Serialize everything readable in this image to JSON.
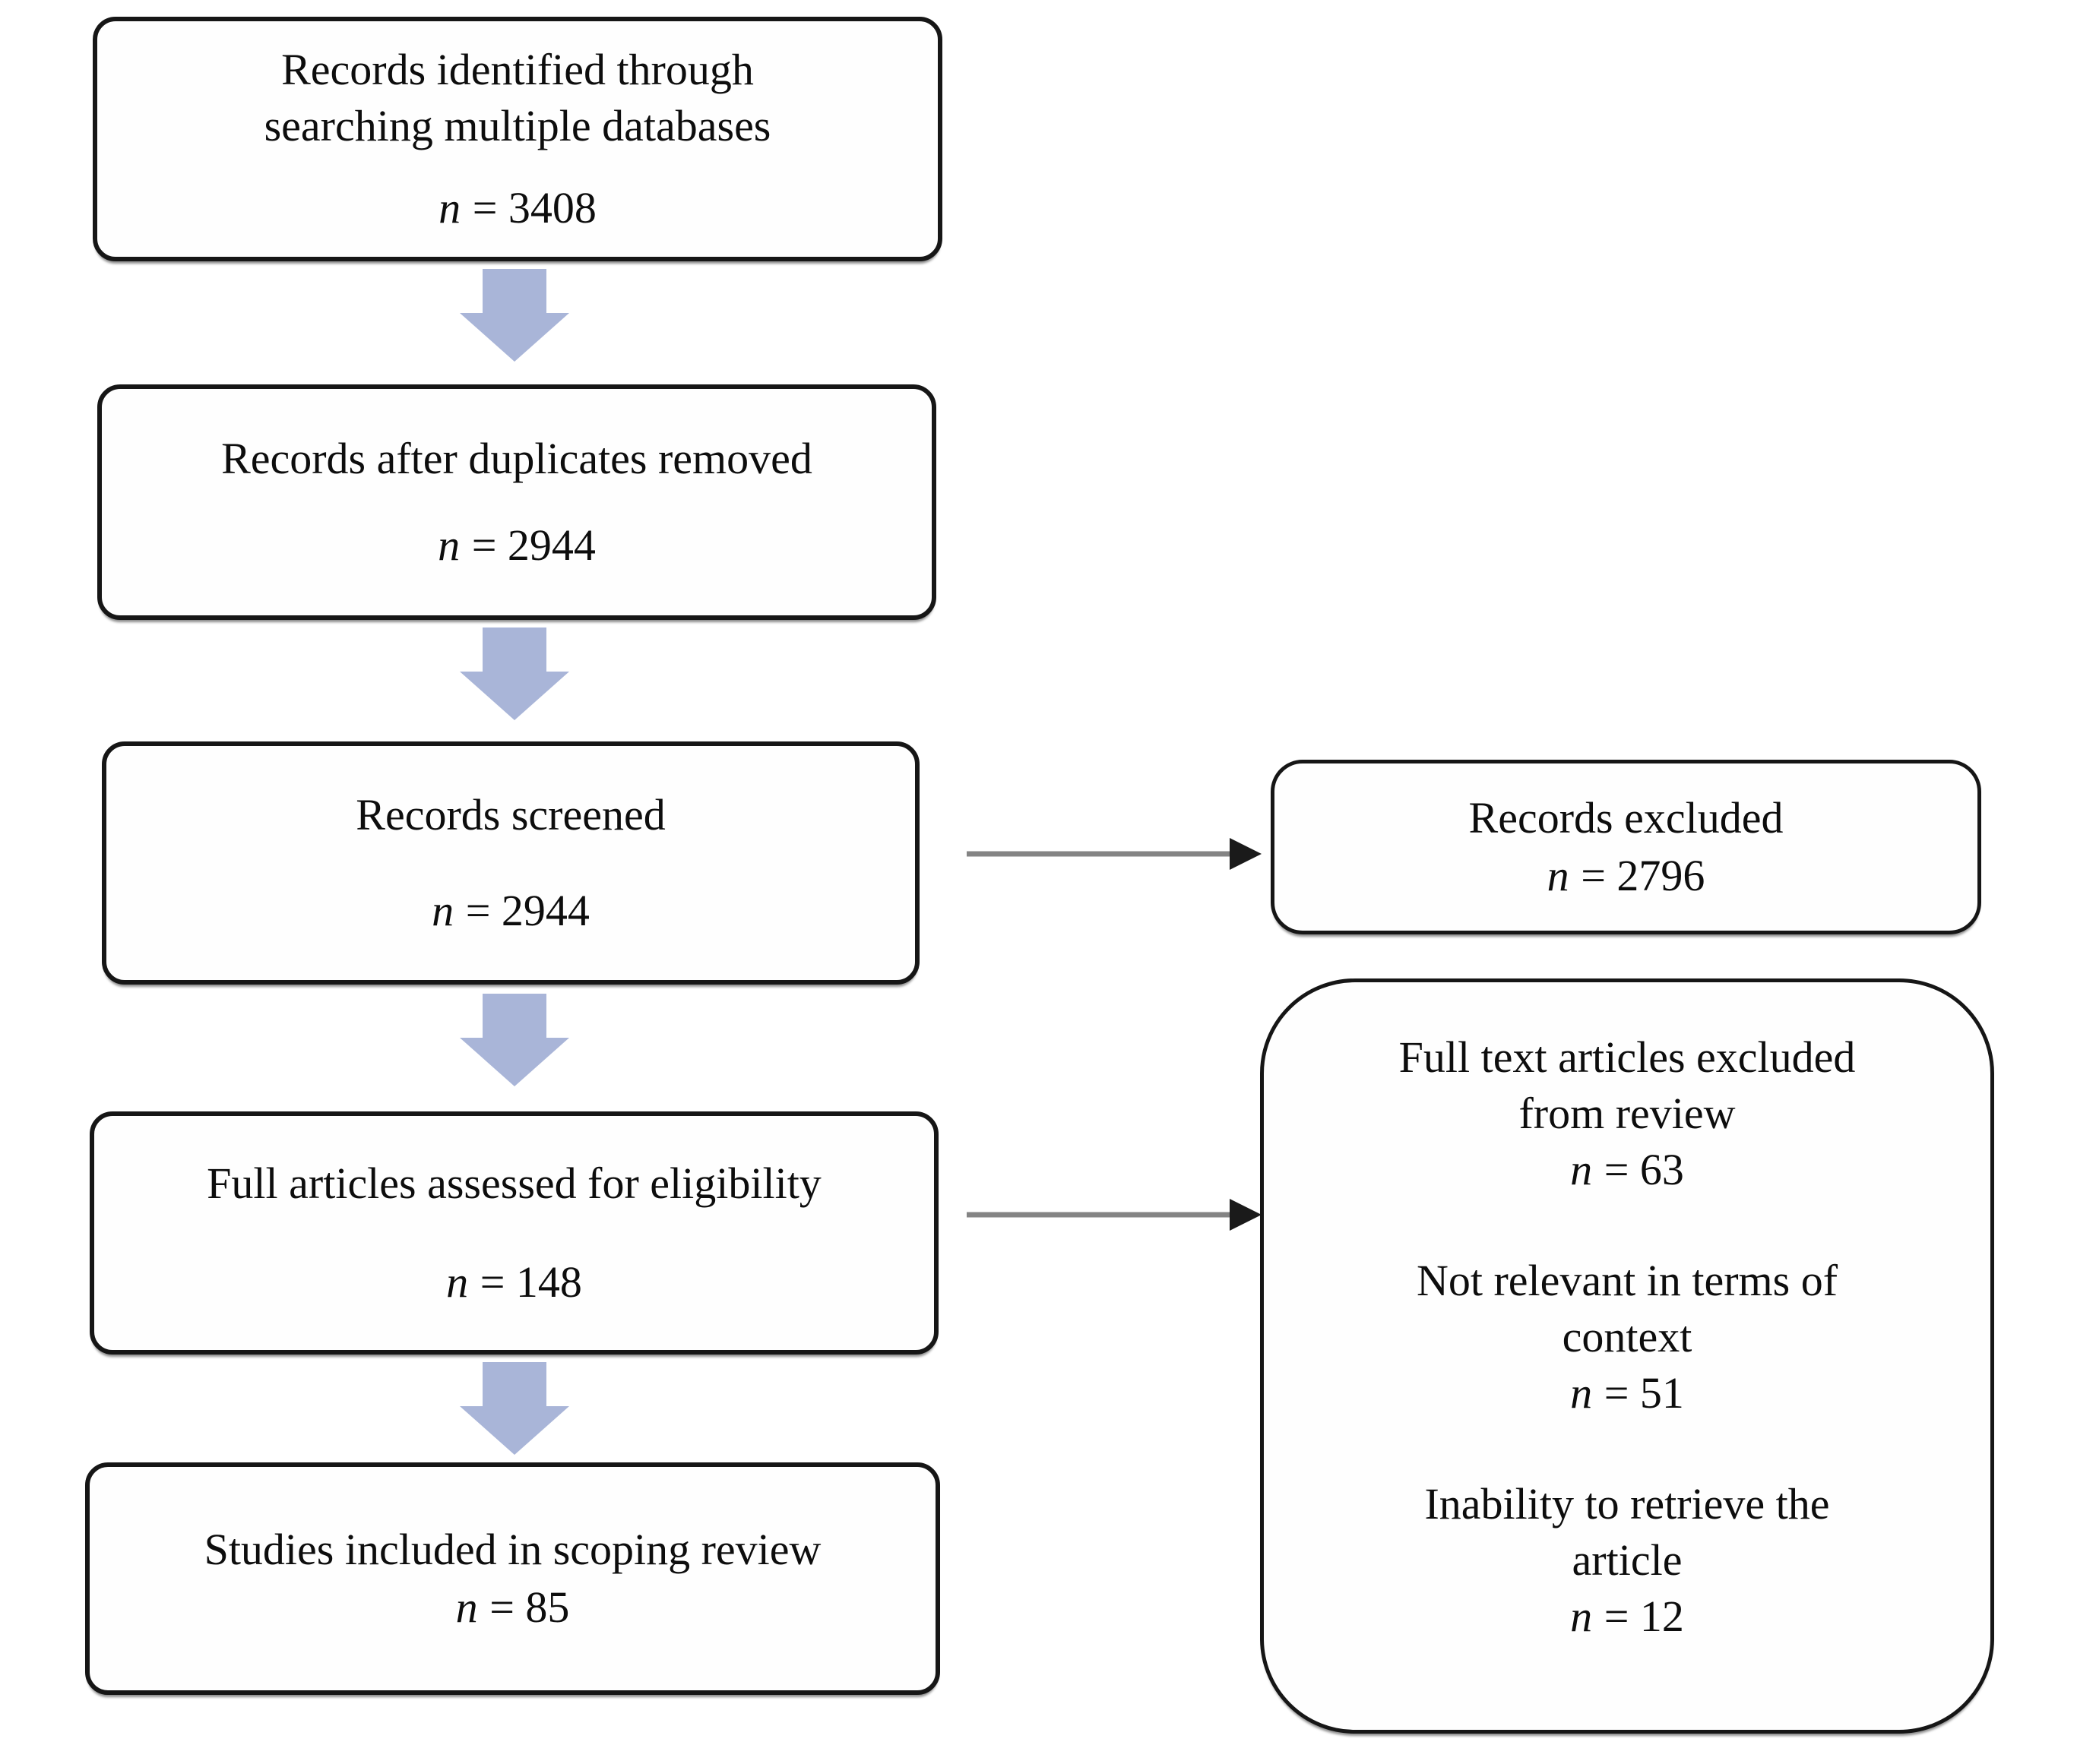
{
  "styles": {
    "background": "#ffffff",
    "box_border_color": "#161616",
    "down_arrow_fill": "#a9b5d8",
    "connector_line_color": "#848484",
    "connector_head_color": "#1a1a1a",
    "text_color": "#0d0d0d"
  },
  "flow": [
    {
      "lines": [
        "Records identified through",
        "searching multiple databases"
      ],
      "n": "n",
      "value": "= 3408"
    },
    {
      "lines": [
        "Records after duplicates removed"
      ],
      "n": "n",
      "value": "= 2944"
    },
    {
      "lines": [
        "Records screened"
      ],
      "n": "n",
      "value": "= 2944"
    },
    {
      "lines": [
        "Full articles assessed for eligibility"
      ],
      "n": "n",
      "value": "= 148"
    },
    {
      "lines": [
        "Studies included in scoping review"
      ],
      "n": "n",
      "value": "= 85"
    }
  ],
  "side": {
    "excluded": {
      "lines": [
        "Records excluded"
      ],
      "n": "n",
      "value": "= 2796"
    },
    "fulltext": {
      "groups": [
        {
          "lines": [
            "Full text articles excluded",
            "from review"
          ],
          "n": "n",
          "value": "= 63"
        },
        {
          "lines": [
            "Not relevant in terms of",
            "context"
          ],
          "n": "n",
          "value": "= 51"
        },
        {
          "lines": [
            "Inability to retrieve the",
            "article"
          ],
          "n": "n",
          "value": "= 12"
        }
      ]
    }
  }
}
